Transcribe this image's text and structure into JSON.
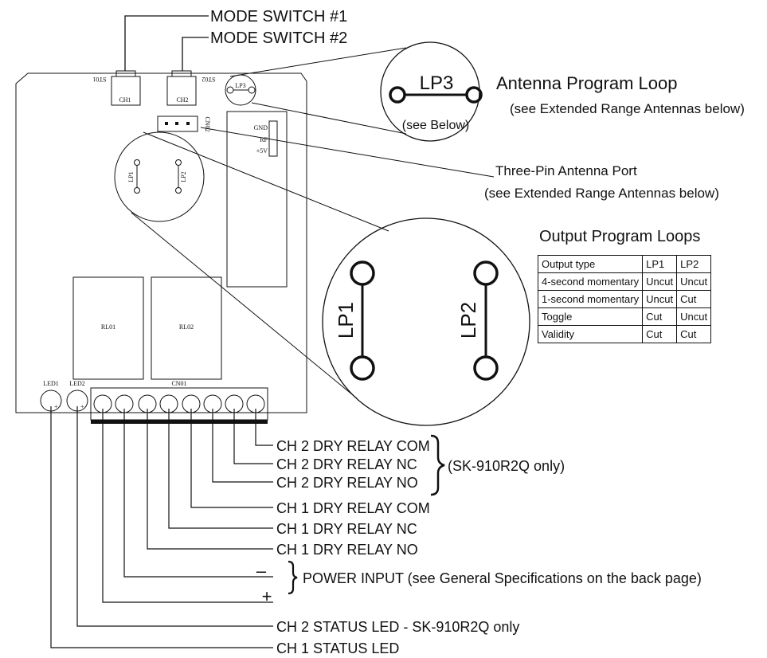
{
  "callouts": {
    "mode_switch_1": "MODE SWITCH #1",
    "mode_switch_2": "MODE SWITCH #2",
    "antenna_loop_title": "Antenna Program Loop",
    "antenna_loop_sub": "(see Extended Range Antennas below)",
    "antenna_port_title": "Three-Pin Antenna Port",
    "antenna_port_sub": "(see Extended Range Antennas below)",
    "lp3_label": "LP3",
    "lp3_note": "(see Below)",
    "lp1_label": "LP1",
    "lp2_label": "LP2"
  },
  "board_marks": {
    "st01": "ST01",
    "st02": "ST02",
    "ch1": "CH1",
    "ch2": "CH2",
    "lp3": "LP3",
    "cn02": "CN02",
    "gnd": "GND",
    "rf": "RF",
    "v5": "+5V",
    "lp1": "LP1",
    "lp2": "LP2",
    "rl01": "RL01",
    "rl02": "RL02",
    "led1": "LED1",
    "led2": "LED2",
    "cn01": "CN01",
    "plus": "+"
  },
  "output_loops": {
    "title": "Output Program Loops",
    "header": [
      "Output type",
      "LP1",
      "LP2"
    ],
    "rows": [
      [
        "4-second momentary",
        "Uncut",
        "Uncut"
      ],
      [
        "1-second momentary",
        "Uncut",
        "Cut"
      ],
      [
        "Toggle",
        "Cut",
        "Uncut"
      ],
      [
        "Validity",
        "Cut",
        "Cut"
      ]
    ]
  },
  "terminals": {
    "ch2_com": "CH 2 DRY RELAY COM",
    "ch2_nc": "CH 2 DRY RELAY NC",
    "ch2_no": "CH 2 DRY RELAY NO",
    "ch2_note": "(SK-910R2Q only)",
    "ch1_com": "CH 1 DRY RELAY COM",
    "ch1_nc": "CH 1 DRY RELAY NC",
    "ch1_no": "CH 1 DRY RELAY NO",
    "minus": "–",
    "plus": "+",
    "power": "POWER INPUT (see General Specifications on the back page)",
    "ch2_led": "CH 2 STATUS LED - SK-910R2Q only",
    "ch1_led": "CH 1 STATUS LED"
  }
}
